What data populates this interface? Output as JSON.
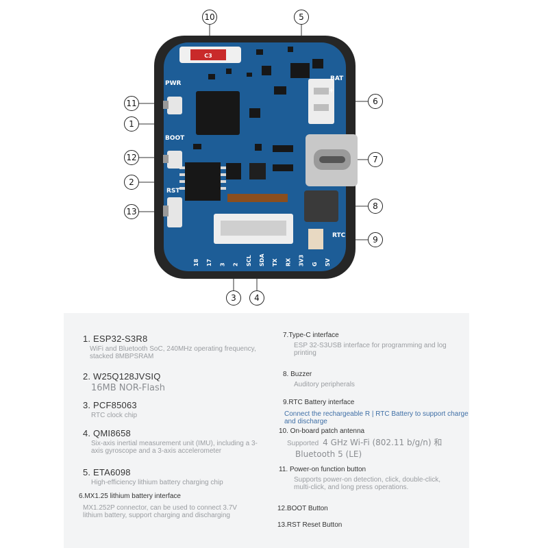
{
  "board": {
    "silkscreen": {
      "pwr": "PWR",
      "boot": "BOOT",
      "rst": "RST",
      "bat": "BAT",
      "rtc": "RTC",
      "plus": "+",
      "pins": [
        "18",
        "17",
        "3",
        "2",
        "SCL",
        "SDA",
        "TX",
        "RX",
        "3V3",
        "G",
        "5V"
      ]
    },
    "callouts": [
      "1",
      "2",
      "3",
      "4",
      "5",
      "6",
      "7",
      "8",
      "9",
      "10",
      "11",
      "12",
      "13"
    ]
  },
  "specs": {
    "left": [
      {
        "title": "1. ESP32-S3R8",
        "desc": "WiFi and Bluetooth SoC, 240MHz operating frequency, stacked 8MBPSRAM"
      },
      {
        "title": "2. W25Q128JVSIQ",
        "desc": "16MB NOR-Flash"
      },
      {
        "title": "3. PCF85063",
        "desc": "RTC clock chip"
      },
      {
        "title": "4. QMI8658",
        "desc": "Six-axis inertial measurement unit (IMU), including a 3-axis gyroscope and a 3-axis accelerometer"
      },
      {
        "title": "5. ETA6098",
        "desc": "High-efficiency lithium battery charging chip"
      },
      {
        "title": "6.MX1.25 lithium battery interface",
        "desc": "MX1.252P connector, can be used to connect 3.7V lithium battery, support charging and discharging"
      }
    ],
    "right": [
      {
        "title": "7.Type-C interface",
        "desc": "ESP 32-S3USB interface for programming and log printing"
      },
      {
        "title": "8. Buzzer",
        "desc": "Auditory peripherals"
      },
      {
        "title": "9.RTC Battery interface",
        "desc": "Connect the rechargeable R | RTC Battery to support charge and discharge"
      },
      {
        "title": "10. On-board patch antenna",
        "prefix": "Supported",
        "desc_line1": "4 GHz Wi-Fi (802.11 b/g/n) 和",
        "desc_line2": "Bluetooth 5 (LE)"
      },
      {
        "title": "11. Power-on function button",
        "desc": "Supports power-on detection, click, double-click, multi-click, and long press operations."
      },
      {
        "title": "12.BOOT Button"
      },
      {
        "title": "13.RST Reset Button"
      }
    ]
  },
  "colors": {
    "pcb": "#1d5d97",
    "case": "#262626",
    "panel": "#f3f4f5",
    "accent_blue": "#3f6fa6"
  }
}
